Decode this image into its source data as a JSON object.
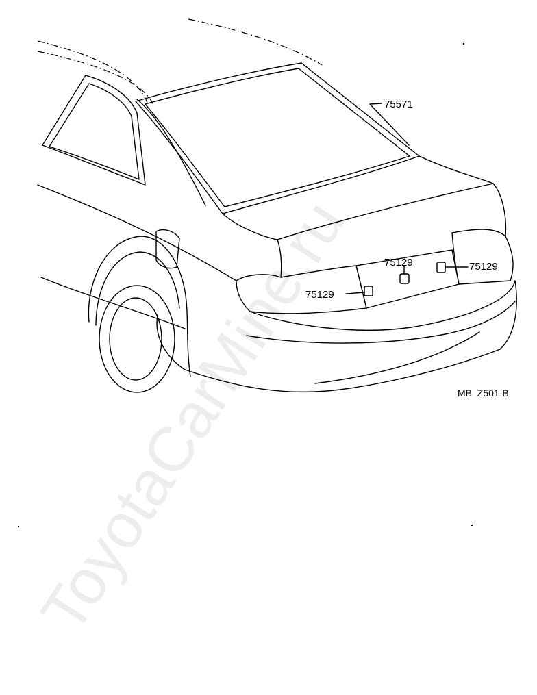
{
  "parts": [
    {
      "id": "rear-window-glass",
      "number": "75571"
    },
    {
      "id": "clip-right",
      "number": "75129"
    },
    {
      "id": "clip-center",
      "number": "75129"
    },
    {
      "id": "clip-left",
      "number": "75129"
    }
  ],
  "diagram_code": "MB  Z501-B",
  "watermark": "ToyotaCarMine.ru"
}
